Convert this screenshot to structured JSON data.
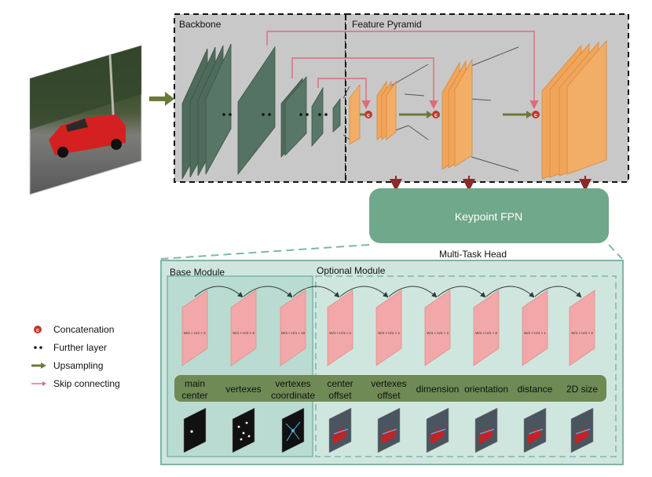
{
  "sections": {
    "backbone": "Backbone",
    "feature_pyramid": "Feature Pyramid",
    "keypoint_fpn": "Keypoint FPN",
    "multi_task_head": "Multi-Task Head",
    "base_module": "Base Module",
    "optional_module": "Optional Module"
  },
  "legend": [
    {
      "icon": "concatenation-icon",
      "label": "Concatenation"
    },
    {
      "icon": "further-layer-icon",
      "label": "Further layer"
    },
    {
      "icon": "upsampling-arrow-icon",
      "label": "Upsampling"
    },
    {
      "icon": "skip-connecting-arrow-icon",
      "label": "Skip connecting"
    }
  ],
  "concat_symbol": "c",
  "heads": [
    {
      "name": "main center",
      "dims": "W/4 × H/4 × C"
    },
    {
      "name": "vertexes",
      "dims": "W/4 × H/4 × 9"
    },
    {
      "name": "vertexes coordinate",
      "dims": "W/4 × H/4 × 18"
    },
    {
      "name": "center offset",
      "dims": "W/4 × H/4 × 2"
    },
    {
      "name": "vertexes offset",
      "dims": "W/4 × H/4 × 2"
    },
    {
      "name": "dimension",
      "dims": "W/4 × H/4 × 3"
    },
    {
      "name": "orientation",
      "dims": "W/4 × H/4 × 8"
    },
    {
      "name": "distance",
      "dims": "W/4 × H/4 × 1"
    },
    {
      "name": "2D size",
      "dims": "W/4 × H/4 × 2"
    }
  ],
  "head_labels": {
    "main_center": [
      "main",
      "center"
    ],
    "vertexes": [
      "vertexes"
    ],
    "vertexes_coordinate": [
      "vertexes",
      "coordinate"
    ],
    "center_offset": [
      "center",
      "offset"
    ],
    "vertexes_offset": [
      "vertexes",
      "offset"
    ],
    "dimension": [
      "dimension"
    ],
    "orientation": [
      "orientation"
    ],
    "distance": [
      "distance"
    ],
    "size_2d": [
      "2D size"
    ]
  },
  "colors": {
    "backbone_layer": "#4e6b5c",
    "pyramid_layer": "#f0a55a",
    "head_plane": "#f2a8a8",
    "skip_arrow": "#e06a7a",
    "upsample_arrow": "#6b7a3a",
    "fpn_box": "#6fa88a",
    "head_panel": "#cfe6df",
    "label_bar": "#6f8a55",
    "concat_dot": "#c0392b",
    "down_arrow": "#8b2a2a"
  }
}
